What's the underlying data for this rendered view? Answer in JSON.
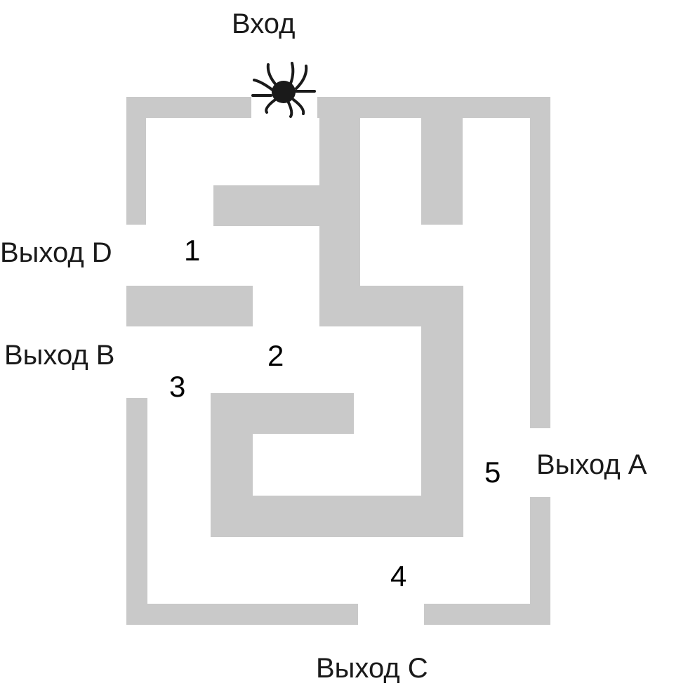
{
  "maze": {
    "entrance_label": "Вход",
    "exits": {
      "a": "Выход A",
      "b": "Выход B",
      "c": "Выход C",
      "d": "Выход D"
    },
    "checkpoints": [
      "1",
      "2",
      "3",
      "4",
      "5"
    ],
    "wall_color": "#c9c9c9",
    "spider_color": "#1a1a1a"
  }
}
